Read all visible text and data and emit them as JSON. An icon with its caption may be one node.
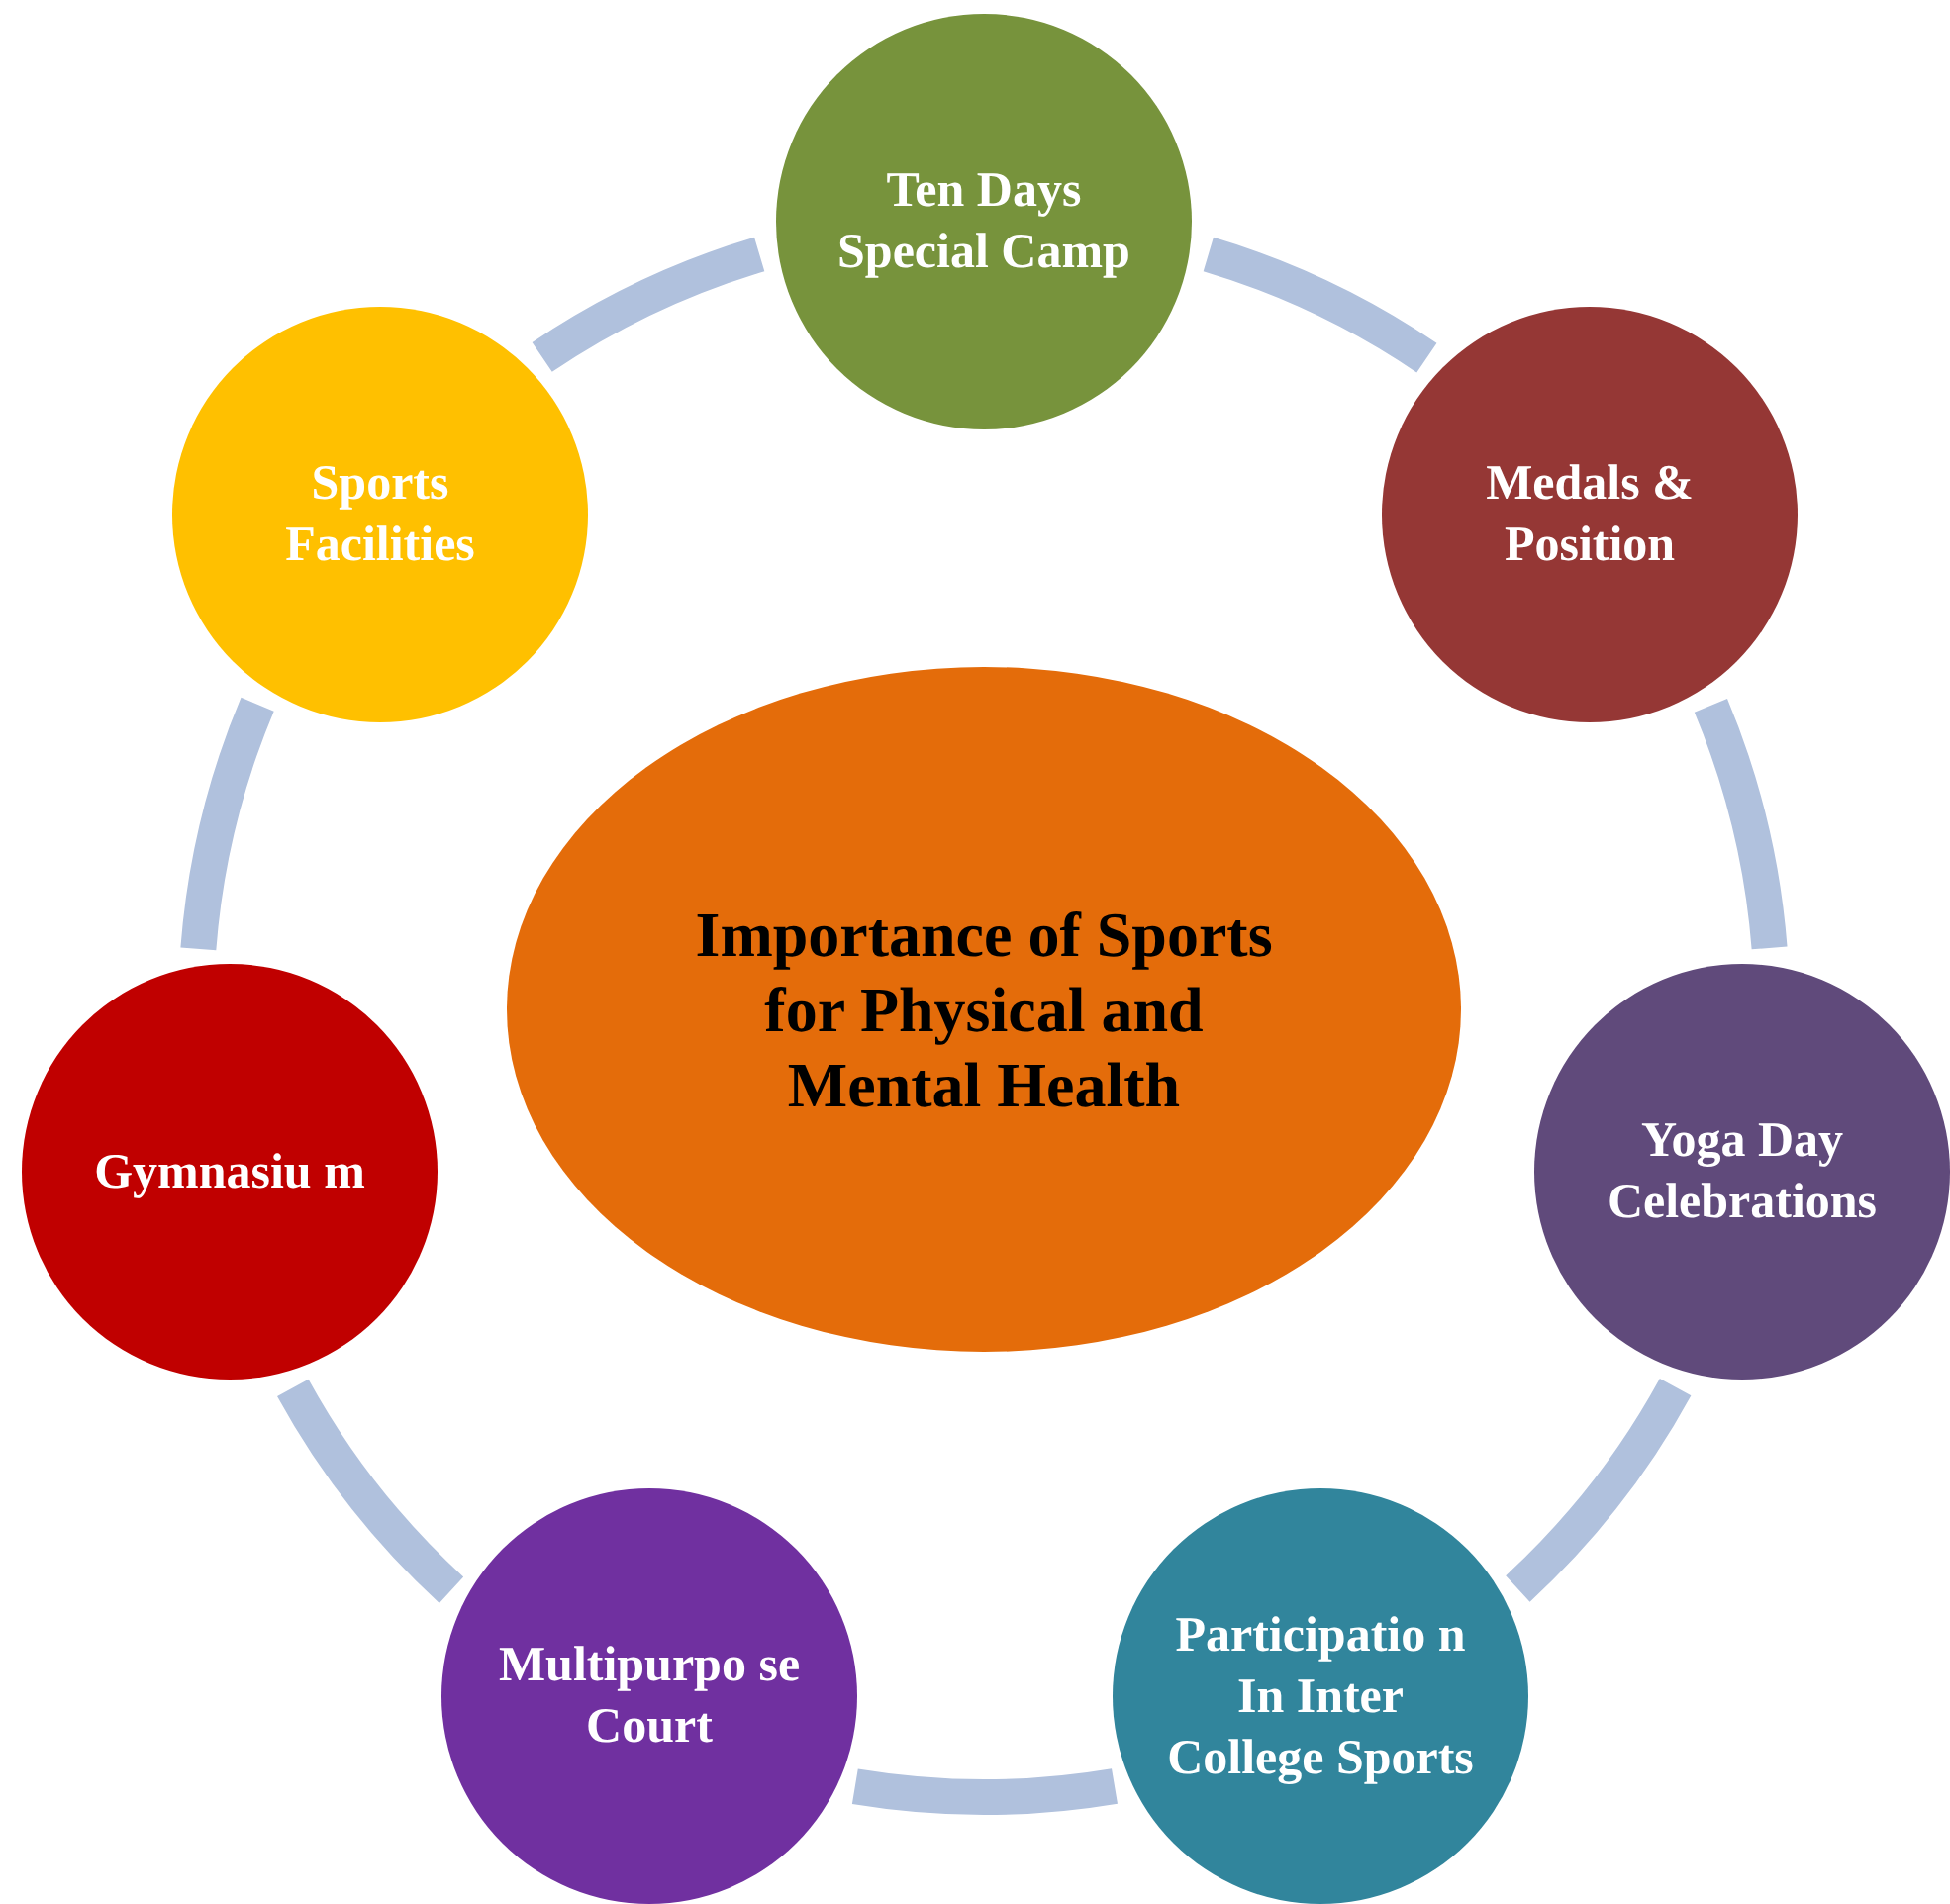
{
  "diagram": {
    "nodes": [
      {
        "text": [
          "Importance of Sports for Physical and Mental Health"
        ]
      },
      {
        "text": [
          "Ten Days Special Camp"
        ]
      },
      {
        "text": [
          "Medals & Position"
        ]
      },
      {
        "text": [
          "Yoga Day Celebrations"
        ]
      },
      {
        "text": [
          "Participatio n In Inter College Sports"
        ]
      },
      {
        "text": [
          "Multipurpo se Court"
        ]
      },
      {
        "text": [
          "Gymnasiu m"
        ]
      },
      {
        "text": [
          "Sports Facilities"
        ]
      }
    ],
    "edges": [
      {
        "from": 1,
        "to": 2,
        "arrow": "none"
      },
      {
        "from": 2,
        "to": 3,
        "arrow": "none"
      },
      {
        "from": 3,
        "to": 4,
        "arrow": "none"
      },
      {
        "from": 4,
        "to": 5,
        "arrow": "none"
      },
      {
        "from": 5,
        "to": 6,
        "arrow": "none"
      },
      {
        "from": 6,
        "to": 7,
        "arrow": "none"
      },
      {
        "from": 7,
        "to": 1,
        "arrow": "none"
      }
    ]
  }
}
